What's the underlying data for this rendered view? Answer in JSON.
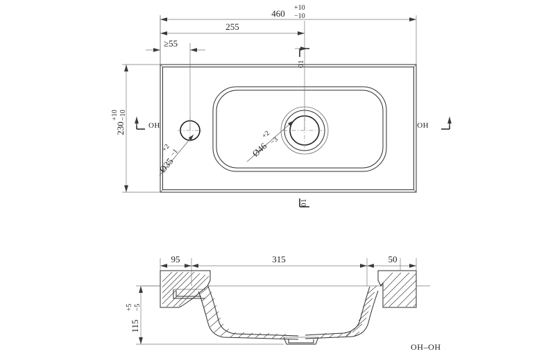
{
  "drawing": {
    "title": "",
    "top_view": {
      "name": "plan-view",
      "dimensions": {
        "overall_width": {
          "value": "460",
          "tol_plus": "+10",
          "tol_minus": "−10"
        },
        "overall_depth": {
          "value": "230",
          "tol_plus": "+10",
          "tol_minus": "−10"
        },
        "tap_hole_center_to_right": {
          "value": "255"
        },
        "edge_to_tap_hole_min": {
          "value": "≥55"
        }
      },
      "features": {
        "tap_hole": {
          "label": "Ø35",
          "tol_plus": "+2",
          "tol_minus": "−1"
        },
        "waste_hole": {
          "label": "Ø46",
          "tol_plus": "+2",
          "tol_minus": "−3"
        }
      },
      "section_markers": {
        "top": "01",
        "bottom": "01",
        "left": "OH",
        "right": "OH"
      }
    },
    "section_view": {
      "name": "section-oh-oh",
      "label": "OH–OH",
      "dimensions": {
        "left_segment": {
          "value": "95"
        },
        "middle_segment": {
          "value": "315"
        },
        "right_segment": {
          "value": "50"
        },
        "height": {
          "value": "115",
          "tol_plus": "+5",
          "tol_minus": "−5"
        }
      }
    },
    "colors": {
      "line": "#2b2b2b",
      "dimension_line": "#777777",
      "center_line": "#8a8a8a",
      "background": "#ffffff"
    }
  }
}
